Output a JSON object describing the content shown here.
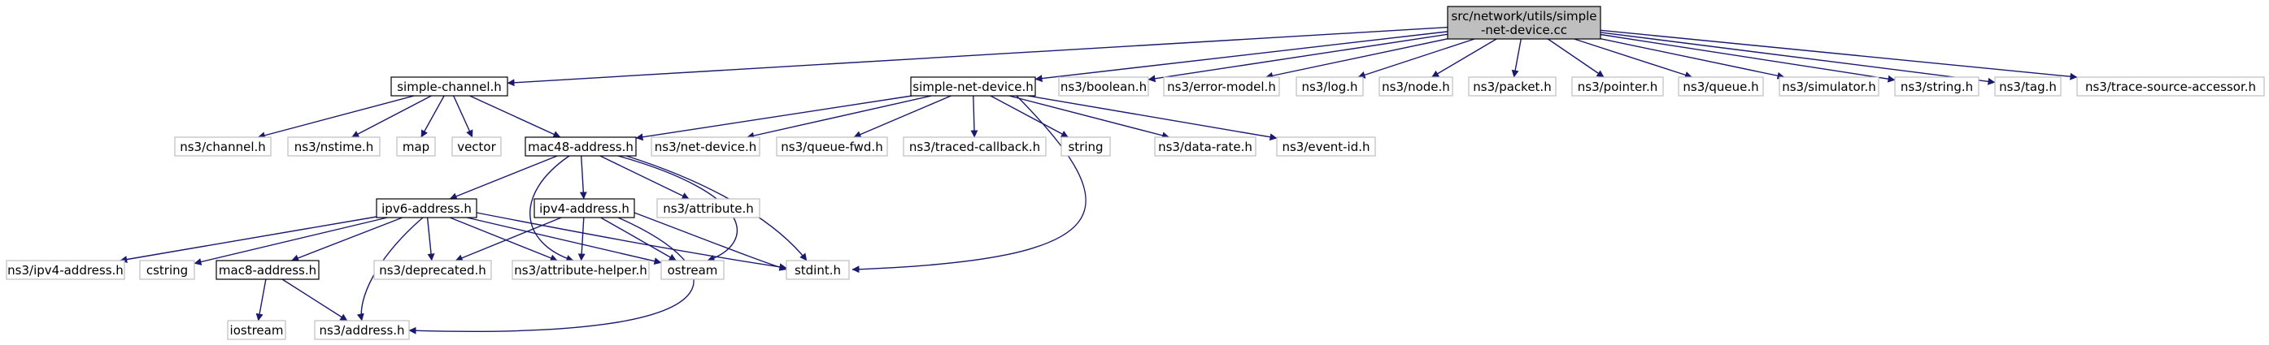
{
  "colors": {
    "edge": "#191970",
    "root_fill": "#bfbfbf",
    "node_fill": "#ffffff",
    "documented_border": "#000000",
    "external_border": "#bfbfbf"
  },
  "nodes": [
    {
      "id": "root",
      "lines": [
        "src/network/utils/simple",
        "-net-device.cc"
      ],
      "kind": "root"
    },
    {
      "id": "simple-channel",
      "lines": [
        "simple-channel.h"
      ],
      "kind": "documented"
    },
    {
      "id": "simple-net-device",
      "lines": [
        "simple-net-device.h"
      ],
      "kind": "documented"
    },
    {
      "id": "boolean",
      "lines": [
        "ns3/boolean.h"
      ],
      "kind": "external"
    },
    {
      "id": "error-model",
      "lines": [
        "ns3/error-model.h"
      ],
      "kind": "external"
    },
    {
      "id": "log",
      "lines": [
        "ns3/log.h"
      ],
      "kind": "external"
    },
    {
      "id": "node",
      "lines": [
        "ns3/node.h"
      ],
      "kind": "external"
    },
    {
      "id": "packet",
      "lines": [
        "ns3/packet.h"
      ],
      "kind": "external"
    },
    {
      "id": "pointer",
      "lines": [
        "ns3/pointer.h"
      ],
      "kind": "external"
    },
    {
      "id": "queue",
      "lines": [
        "ns3/queue.h"
      ],
      "kind": "external"
    },
    {
      "id": "simulator",
      "lines": [
        "ns3/simulator.h"
      ],
      "kind": "external"
    },
    {
      "id": "string-h",
      "lines": [
        "ns3/string.h"
      ],
      "kind": "external"
    },
    {
      "id": "tag",
      "lines": [
        "ns3/tag.h"
      ],
      "kind": "external"
    },
    {
      "id": "trace-source-accessor",
      "lines": [
        "ns3/trace-source-accessor.h"
      ],
      "kind": "external"
    },
    {
      "id": "channel",
      "lines": [
        "ns3/channel.h"
      ],
      "kind": "external"
    },
    {
      "id": "nstime",
      "lines": [
        "ns3/nstime.h"
      ],
      "kind": "external"
    },
    {
      "id": "map",
      "lines": [
        "map"
      ],
      "kind": "external"
    },
    {
      "id": "vector",
      "lines": [
        "vector"
      ],
      "kind": "external"
    },
    {
      "id": "mac48-address",
      "lines": [
        "mac48-address.h"
      ],
      "kind": "documented"
    },
    {
      "id": "net-device",
      "lines": [
        "ns3/net-device.h"
      ],
      "kind": "external"
    },
    {
      "id": "queue-fwd",
      "lines": [
        "ns3/queue-fwd.h"
      ],
      "kind": "external"
    },
    {
      "id": "traced-callback",
      "lines": [
        "ns3/traced-callback.h"
      ],
      "kind": "external"
    },
    {
      "id": "string",
      "lines": [
        "string"
      ],
      "kind": "external"
    },
    {
      "id": "data-rate",
      "lines": [
        "ns3/data-rate.h"
      ],
      "kind": "external"
    },
    {
      "id": "event-id",
      "lines": [
        "ns3/event-id.h"
      ],
      "kind": "external"
    },
    {
      "id": "ipv6-address",
      "lines": [
        "ipv6-address.h"
      ],
      "kind": "documented"
    },
    {
      "id": "ipv4-address",
      "lines": [
        "ipv4-address.h"
      ],
      "kind": "documented"
    },
    {
      "id": "attribute",
      "lines": [
        "ns3/attribute.h"
      ],
      "kind": "external"
    },
    {
      "id": "ns3-ipv4-address",
      "lines": [
        "ns3/ipv4-address.h"
      ],
      "kind": "external"
    },
    {
      "id": "cstring",
      "lines": [
        "cstring"
      ],
      "kind": "external"
    },
    {
      "id": "mac8-address",
      "lines": [
        "mac8-address.h"
      ],
      "kind": "documented"
    },
    {
      "id": "deprecated",
      "lines": [
        "ns3/deprecated.h"
      ],
      "kind": "external"
    },
    {
      "id": "attribute-helper",
      "lines": [
        "ns3/attribute-helper.h"
      ],
      "kind": "external"
    },
    {
      "id": "ostream",
      "lines": [
        "ostream"
      ],
      "kind": "external"
    },
    {
      "id": "stdint",
      "lines": [
        "stdint.h"
      ],
      "kind": "external"
    },
    {
      "id": "iostream",
      "lines": [
        "iostream"
      ],
      "kind": "external"
    },
    {
      "id": "address",
      "lines": [
        "ns3/address.h"
      ],
      "kind": "external"
    }
  ],
  "edges": [
    [
      "root",
      "simple-channel"
    ],
    [
      "root",
      "simple-net-device"
    ],
    [
      "root",
      "boolean"
    ],
    [
      "root",
      "error-model"
    ],
    [
      "root",
      "log"
    ],
    [
      "root",
      "node"
    ],
    [
      "root",
      "packet"
    ],
    [
      "root",
      "pointer"
    ],
    [
      "root",
      "queue"
    ],
    [
      "root",
      "simulator"
    ],
    [
      "root",
      "string-h"
    ],
    [
      "root",
      "tag"
    ],
    [
      "root",
      "trace-source-accessor"
    ],
    [
      "simple-channel",
      "channel"
    ],
    [
      "simple-channel",
      "nstime"
    ],
    [
      "simple-channel",
      "map"
    ],
    [
      "simple-channel",
      "vector"
    ],
    [
      "simple-channel",
      "mac48-address"
    ],
    [
      "simple-net-device",
      "mac48-address"
    ],
    [
      "simple-net-device",
      "net-device"
    ],
    [
      "simple-net-device",
      "queue-fwd"
    ],
    [
      "simple-net-device",
      "traced-callback"
    ],
    [
      "simple-net-device",
      "string"
    ],
    [
      "simple-net-device",
      "data-rate"
    ],
    [
      "simple-net-device",
      "event-id"
    ],
    [
      "simple-net-device",
      "stdint"
    ],
    [
      "mac48-address",
      "ipv6-address"
    ],
    [
      "mac48-address",
      "ipv4-address"
    ],
    [
      "mac48-address",
      "attribute"
    ],
    [
      "mac48-address",
      "attribute-helper"
    ],
    [
      "mac48-address",
      "ostream"
    ],
    [
      "mac48-address",
      "stdint"
    ],
    [
      "ipv6-address",
      "ns3-ipv4-address"
    ],
    [
      "ipv6-address",
      "cstring"
    ],
    [
      "ipv6-address",
      "mac8-address"
    ],
    [
      "ipv6-address",
      "deprecated"
    ],
    [
      "ipv6-address",
      "attribute-helper"
    ],
    [
      "ipv6-address",
      "ostream"
    ],
    [
      "ipv6-address",
      "stdint"
    ],
    [
      "ipv6-address",
      "address"
    ],
    [
      "ipv4-address",
      "deprecated"
    ],
    [
      "ipv4-address",
      "attribute-helper"
    ],
    [
      "ipv4-address",
      "ostream"
    ],
    [
      "ipv4-address",
      "stdint"
    ],
    [
      "ipv4-address",
      "address"
    ],
    [
      "mac8-address",
      "iostream"
    ],
    [
      "mac8-address",
      "address"
    ]
  ]
}
